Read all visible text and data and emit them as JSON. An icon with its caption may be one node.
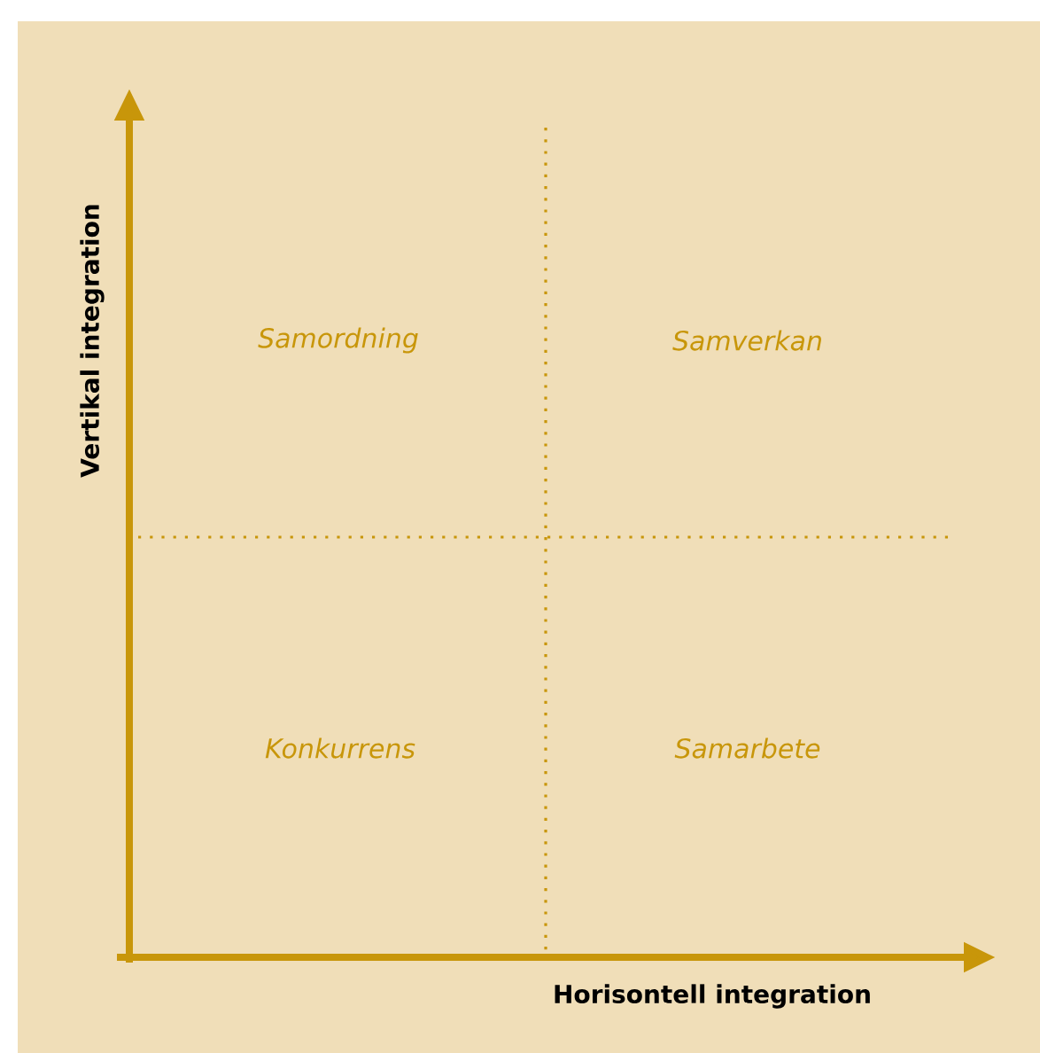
{
  "diagram": {
    "labels": [
      "Vertikal integration",
      "Samordning",
      "Samverkan",
      "Konkurrens",
      "Samarbete",
      "Horisontell integration"
    ]
  }
}
